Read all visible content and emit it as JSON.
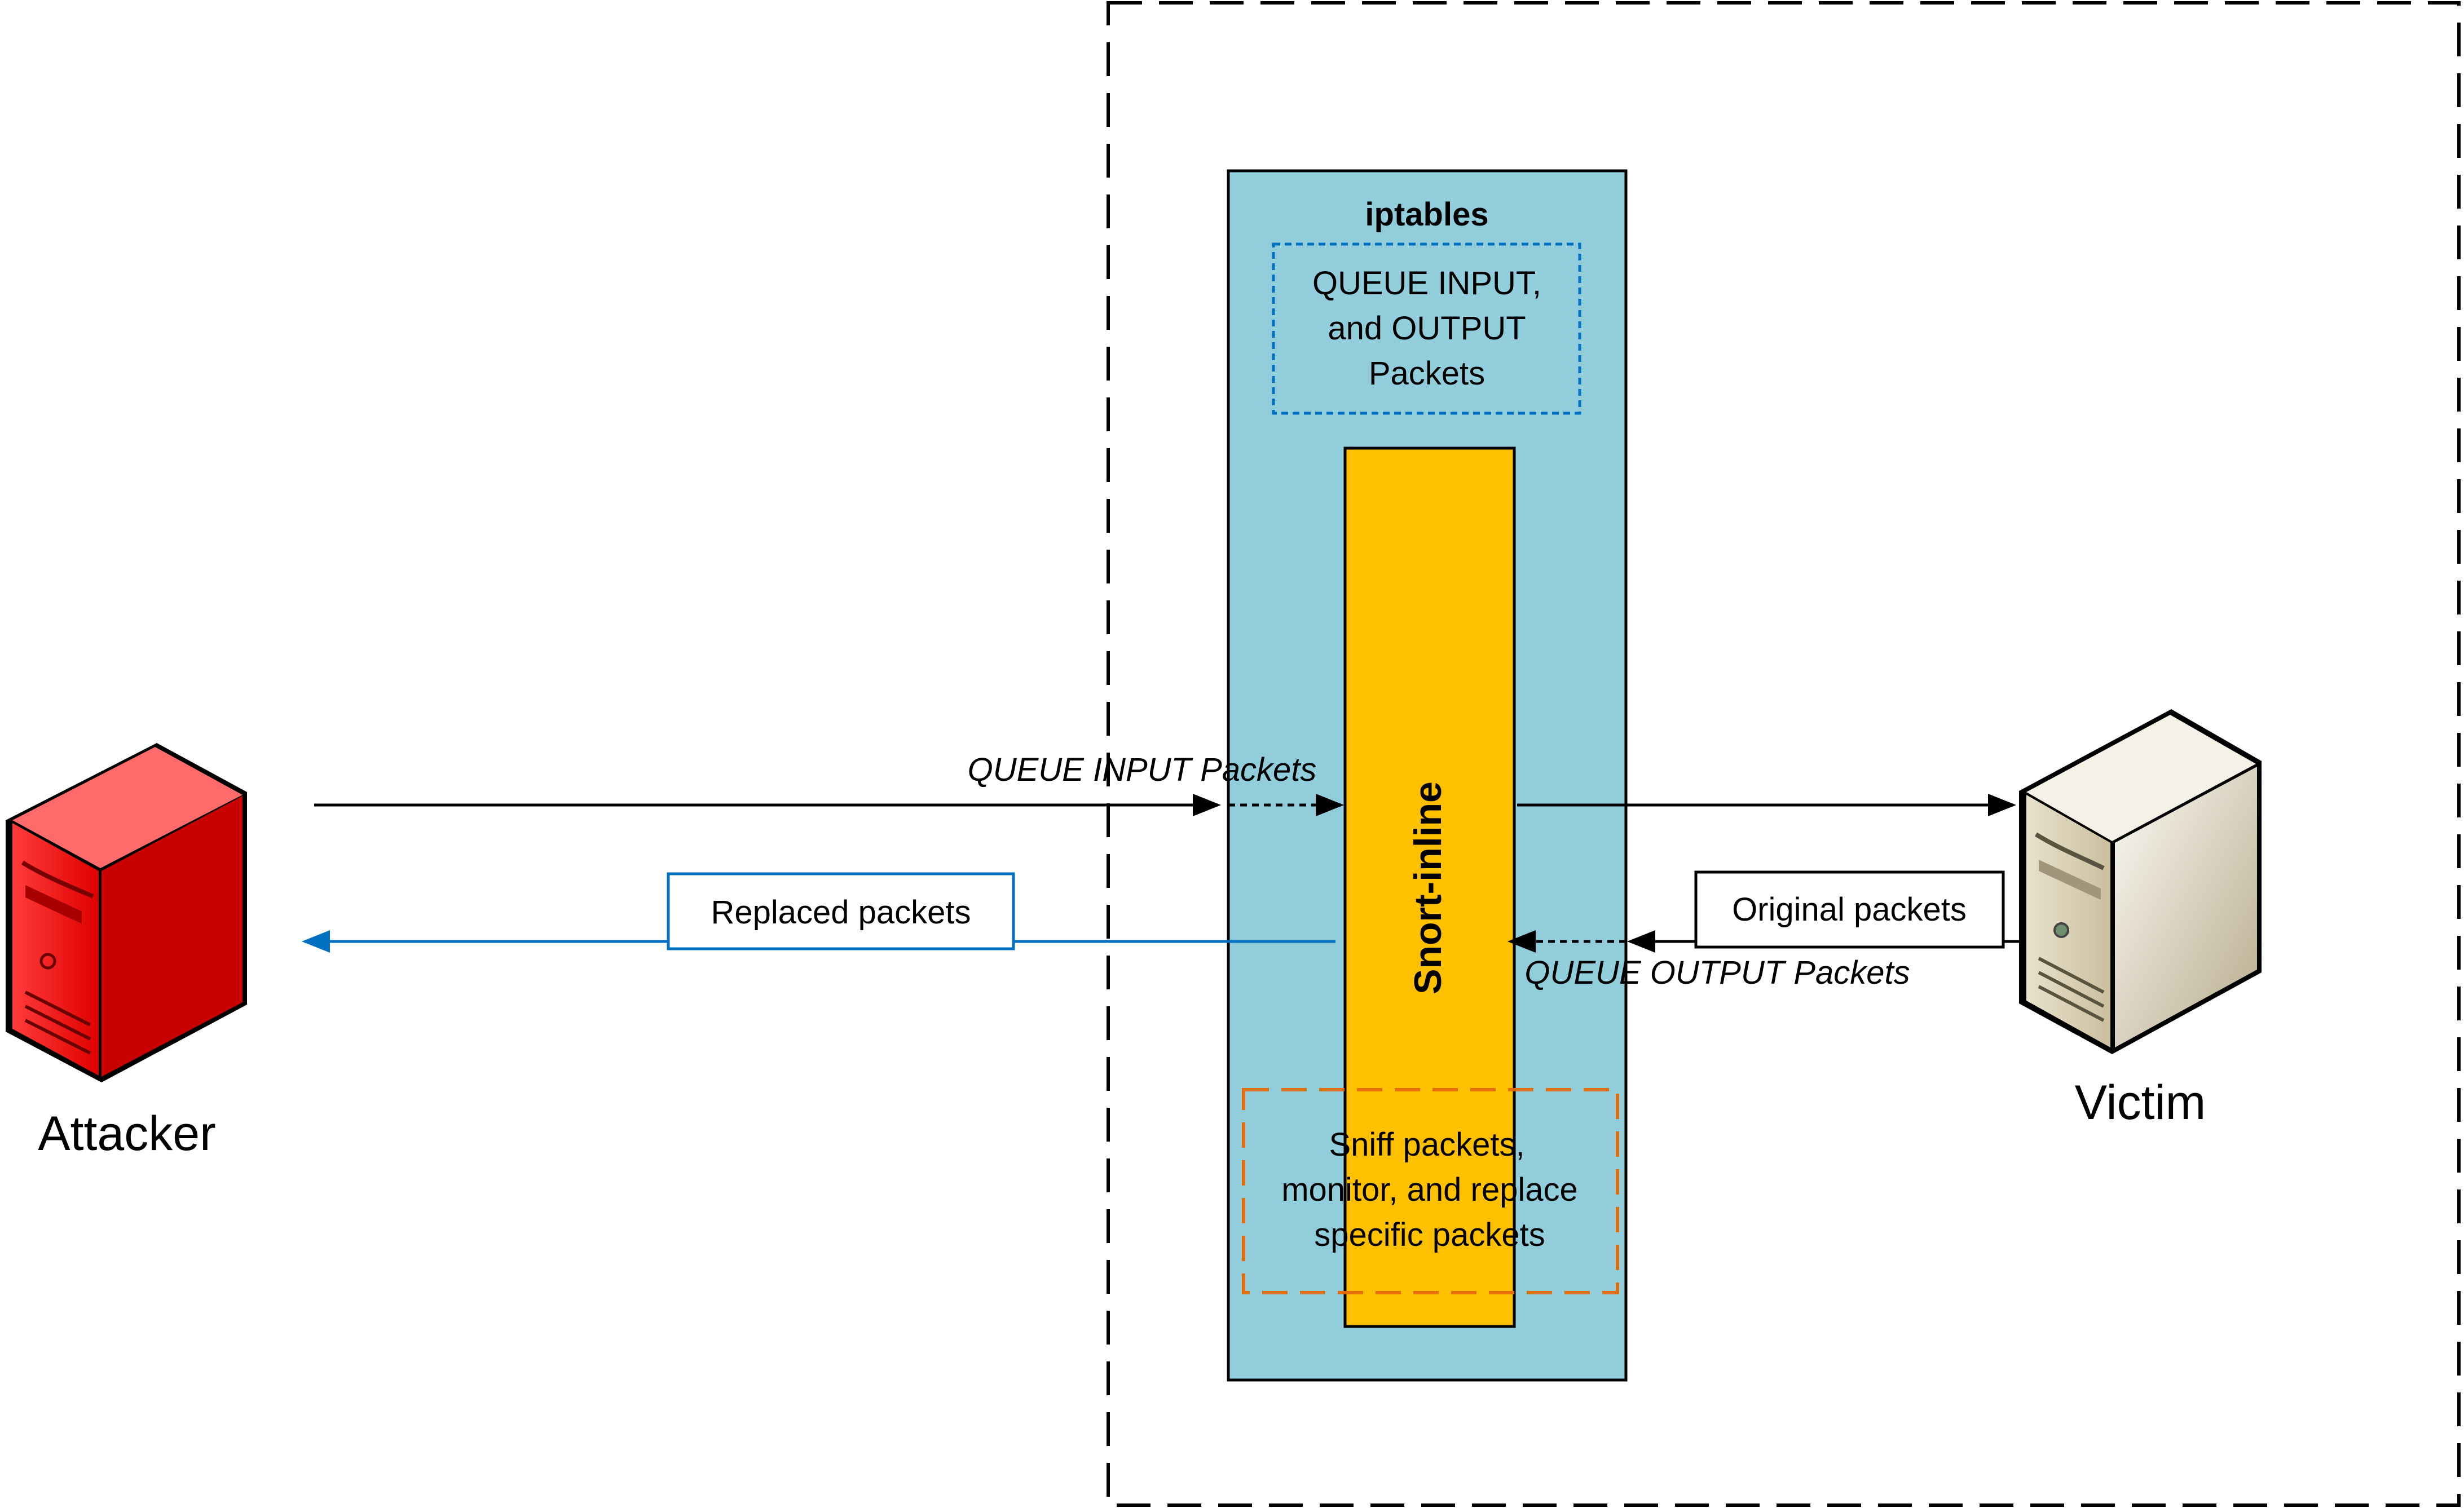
{
  "diagram": {
    "iptables": {
      "title": "iptables",
      "queue_box_lines": [
        "QUEUE INPUT,",
        "and OUTPUT",
        "Packets"
      ]
    },
    "snort": {
      "label": "Snort-inline",
      "sniff_box_lines": [
        "Sniff packets,",
        "monitor, and replace",
        "specific packets"
      ]
    },
    "attacker": {
      "label": "Attacker",
      "icon": "red-server-icon"
    },
    "victim": {
      "label": "Victim",
      "icon": "beige-server-icon"
    },
    "edges": {
      "queue_input": "QUEUE INPUT Packets",
      "queue_output": "QUEUE OUTPUT Packets",
      "replaced": "Replaced packets",
      "original": "Original  packets"
    },
    "colors": {
      "iptables_fill": "#92CDDC",
      "snort_fill": "#FFC000",
      "attacker_red": "#FF0000",
      "victim_beige": "#EEECE1",
      "replaced_arrow": "#0070C0",
      "queue_box_border": "#0070C0",
      "sniff_box_border": "#E36C09"
    }
  }
}
